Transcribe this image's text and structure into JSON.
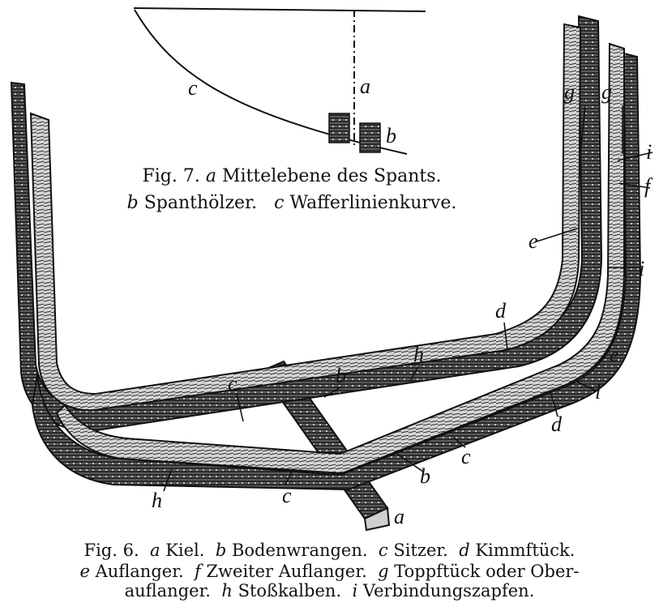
{
  "fig7": {
    "labels": {
      "a": "a",
      "b": "b",
      "c": "c"
    },
    "caption_line1": {
      "prefix": "Fig. 7.",
      "k1": "a",
      "t1": "Mittelebene des Spants."
    },
    "caption_line2": {
      "k1": "b",
      "t1": "Spanthölzer.",
      "k2": "c",
      "t2": "Wafferlinienkurve."
    }
  },
  "fig6": {
    "labels": {
      "a": "a",
      "b1": "b",
      "b2": "b",
      "c1": "c",
      "c2": "c",
      "c3": "c",
      "d1": "d",
      "d2": "d",
      "e1": "e",
      "e2": "e",
      "f": "f",
      "g1": "g",
      "g2": "g",
      "h1": "h",
      "h2": "h",
      "i1": "i",
      "i2": "i",
      "i3": "i"
    },
    "caption_line1": {
      "prefix": "Fig. 6.",
      "k1": "a",
      "t1": "Kiel.",
      "k2": "b",
      "t2": "Bodenwrangen.",
      "k3": "c",
      "t3": "Sitzer.",
      "k4": "d",
      "t4": "Kimmftück."
    },
    "caption_line2": {
      "k1": "e",
      "t1": "Auflanger.",
      "k2": "f",
      "t2": "Zweiter Auflanger.",
      "k3": "g",
      "t3": "Toppftück oder Ober-"
    },
    "caption_line3": {
      "t0": "auflanger.",
      "k1": "h",
      "t1": "Stoßkalben.",
      "k2": "i",
      "t2": "Verbindungszapfen."
    }
  }
}
